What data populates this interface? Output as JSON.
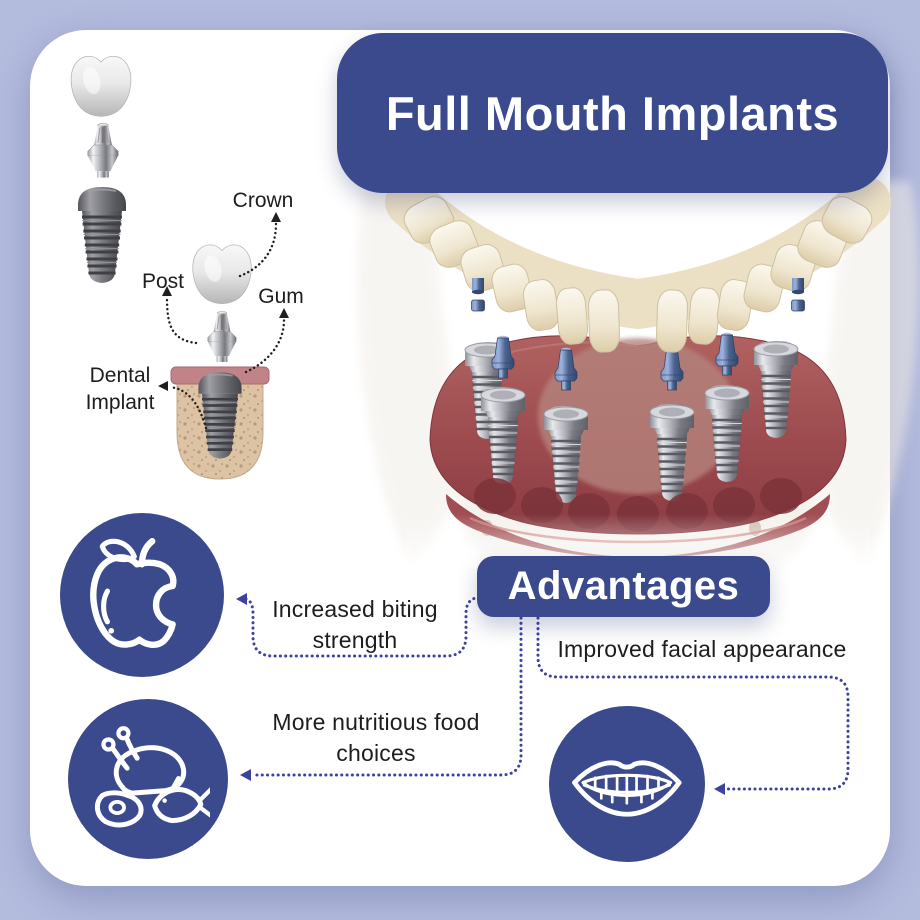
{
  "colors": {
    "bg": "#b4bcde",
    "card": "#ffffff",
    "primary": "#3a4a8c",
    "on-primary": "#ffffff",
    "ink": "#1d1d1d",
    "connector": "#3b42a0",
    "label-arrow": "#1f1f1f",
    "gum": "#9c4a4e",
    "bone": "#f2ede7",
    "tooth-ivory": "#efe4c9",
    "implant-metal": "#8d8e96",
    "abutment-blue": "#4c638f"
  },
  "header": {
    "title": "Full Mouth Implants"
  },
  "implant_diagram": {
    "name": "single dental implant cross-section",
    "labels": {
      "crown": "Crown",
      "post": "Post",
      "gum": "Gum",
      "dental_implant": "Dental Implant"
    }
  },
  "main_illustration": {
    "name": "lower jaw with six implants and full-arch denture"
  },
  "advantages": {
    "heading": "Advantages",
    "items": [
      {
        "icon": "bitten-apple-icon",
        "text": "Increased biting strength"
      },
      {
        "icon": "protein-foods-icon",
        "text": "More nutritious food choices"
      },
      {
        "icon": "smiling-mouth-icon",
        "text": "Improved facial appearance"
      }
    ]
  }
}
